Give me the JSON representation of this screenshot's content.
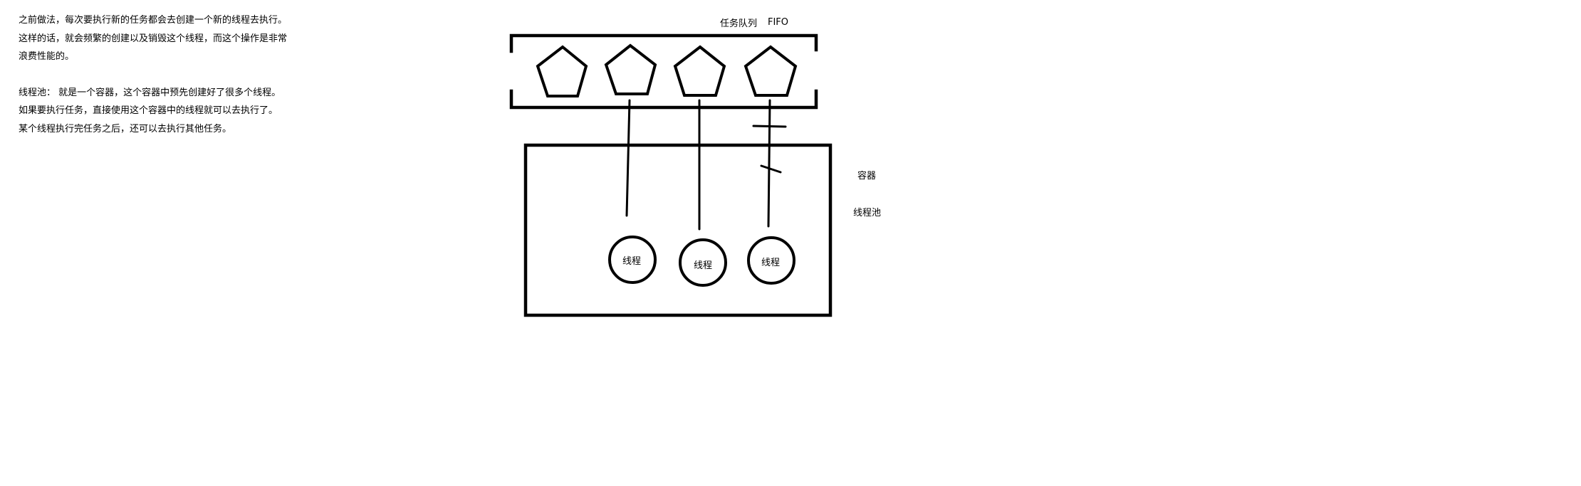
{
  "notes": {
    "paragraph1": [
      "之前做法，每次要执行新的任务都会去创建一个新的线程去执行。",
      "这样的话，就会频繁的创建以及销毁这个线程，而这个操作是非常",
      "浪费性能的。"
    ],
    "paragraph2": [
      "线程池：  就是一个容器，这个容器中预先创建好了很多个线程。",
      "如果要执行任务，直接使用这个容器中的线程就可以去执行了。",
      "某个线程执行完任务之后，还可以去执行其他任务。"
    ]
  },
  "diagram": {
    "task_queue_label": "任务队列",
    "fifo_label": "FIFO",
    "container_label": "容器",
    "pool_label": "线程池",
    "task_count": 4,
    "threads": [
      {
        "label": "线程"
      },
      {
        "label": "线程"
      },
      {
        "label": "线程"
      }
    ]
  }
}
